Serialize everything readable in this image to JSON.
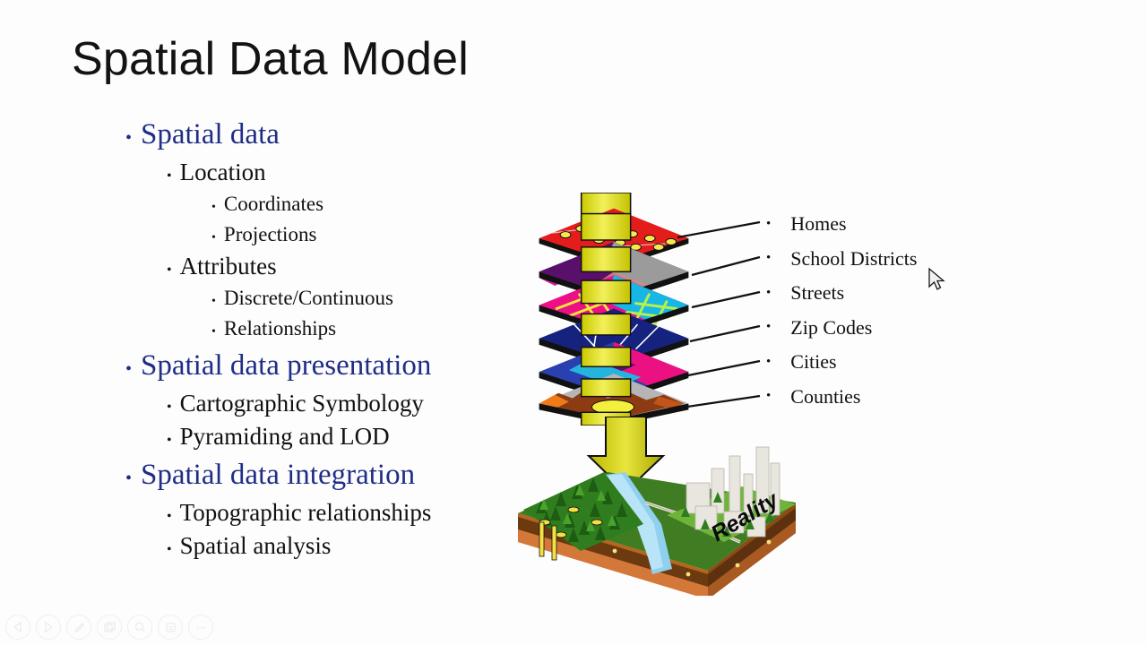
{
  "slide": {
    "title": "Spatial Data Model",
    "accent_color": "#1f2d87",
    "text_color": "#111111",
    "background": "#fdfdfd"
  },
  "outline": [
    {
      "level": 1,
      "text": "Spatial data"
    },
    {
      "level": 2,
      "text": "Location"
    },
    {
      "level": 3,
      "text": "Coordinates"
    },
    {
      "level": 3,
      "text": "Projections"
    },
    {
      "level": 2,
      "text": "Attributes"
    },
    {
      "level": 3,
      "text": "Discrete/Continuous"
    },
    {
      "level": 3,
      "text": "Relationships"
    },
    {
      "level": 1,
      "text": "Spatial data presentation"
    },
    {
      "level": 2,
      "text": "Cartographic Symbology"
    },
    {
      "level": 2,
      "text": "Pyramiding and LOD"
    },
    {
      "level": 1,
      "text": "Spatial data integration"
    },
    {
      "level": 2,
      "text": "Topographic relationships"
    },
    {
      "level": 2,
      "text": "Spatial analysis"
    }
  ],
  "diagram": {
    "name": "gis-layer-stack-diagram",
    "reality_label": "Reality",
    "layers": [
      {
        "label": "Homes",
        "fill": "#e01b1b",
        "fill2": "#b50f0f"
      },
      {
        "label": "School Districts",
        "fill": "#5d0f6b",
        "fill2": "#9a9a9a"
      },
      {
        "label": "Streets",
        "fill": "#ec0f86",
        "fill2": "#17b6e4"
      },
      {
        "label": "Zip Codes",
        "fill": "#16237e",
        "fill2": "#0e1a63"
      },
      {
        "label": "Cities",
        "fill": "#2a3fb0",
        "fill2": "#ec1183"
      },
      {
        "label": "Counties",
        "fill": "#ef7a18",
        "fill2": "#b0b0b0"
      }
    ]
  },
  "toolbar": {
    "buttons": [
      {
        "name": "previous-slide-button",
        "icon": "triangle-left-icon"
      },
      {
        "name": "next-slide-button",
        "icon": "triangle-right-icon"
      },
      {
        "name": "pen-tool-button",
        "icon": "pen-icon"
      },
      {
        "name": "all-slides-button",
        "icon": "slides-icon"
      },
      {
        "name": "zoom-button",
        "icon": "magnifier-icon"
      },
      {
        "name": "notes-button",
        "icon": "notes-icon"
      },
      {
        "name": "more-options-button",
        "icon": "ellipsis-icon"
      }
    ]
  }
}
